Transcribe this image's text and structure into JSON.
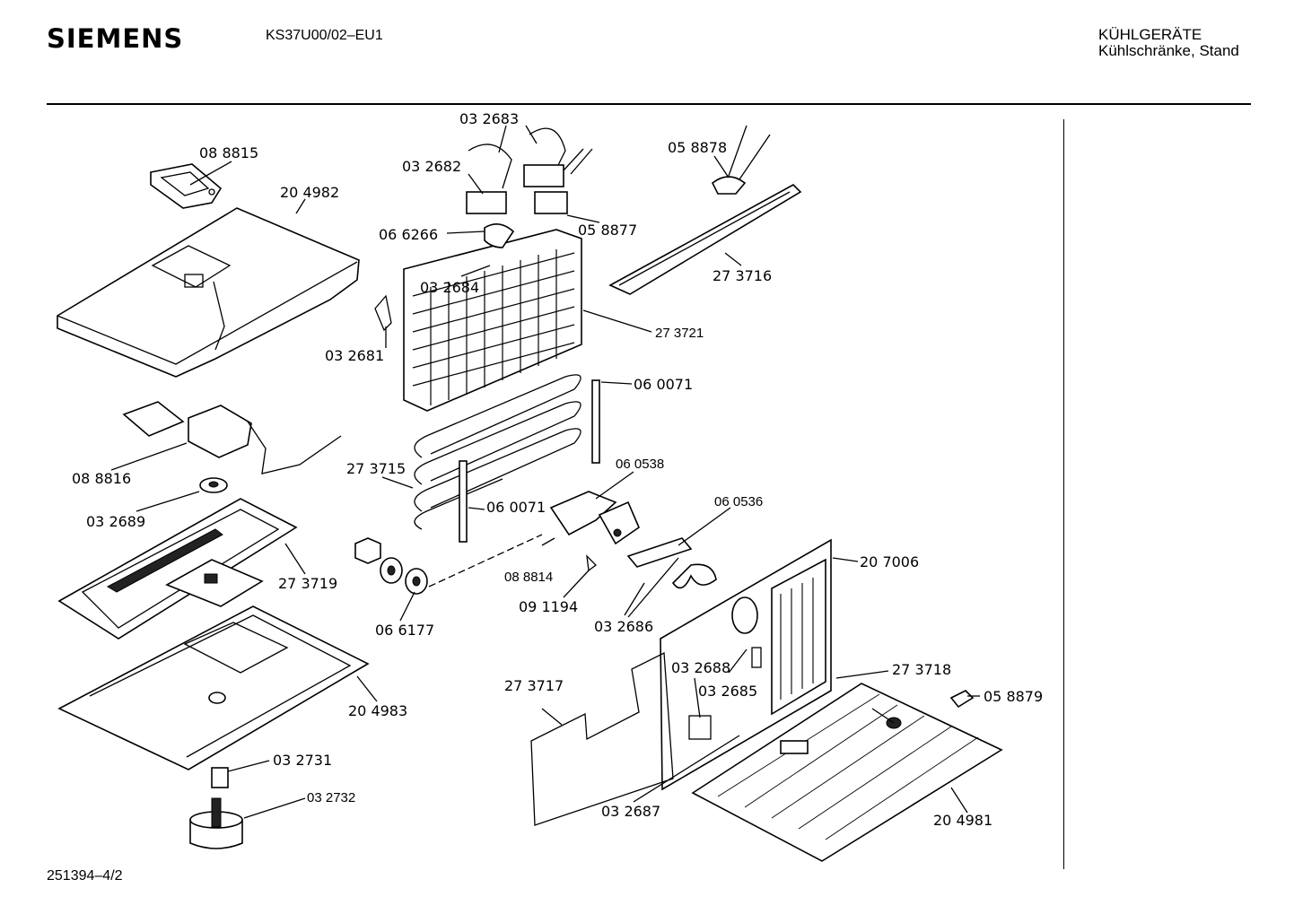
{
  "header": {
    "brand": "SIEMENS",
    "model": "KS37U00/02–EU1",
    "category": "KÜHLGERÄTE",
    "subcategory": "Kühlschränke, Stand"
  },
  "footer": {
    "doc_number": "251394–4/2"
  },
  "parts": [
    {
      "id": "p-088815",
      "label": "08 8815"
    },
    {
      "id": "p-204982",
      "label": "20 4982"
    },
    {
      "id": "p-032683",
      "label": "03 2683"
    },
    {
      "id": "p-032682",
      "label": "03 2682"
    },
    {
      "id": "p-058878",
      "label": "05 8878"
    },
    {
      "id": "p-066266",
      "label": "06 6266"
    },
    {
      "id": "p-058877",
      "label": "05 8877"
    },
    {
      "id": "p-032684",
      "label": "03 2684"
    },
    {
      "id": "p-273716",
      "label": "27 3716"
    },
    {
      "id": "p-032681",
      "label": "03 2681"
    },
    {
      "id": "p-273721",
      "label": "27 3721"
    },
    {
      "id": "p-060071a",
      "label": "06 0071"
    },
    {
      "id": "p-088816",
      "label": "08 8816"
    },
    {
      "id": "p-273715",
      "label": "27 3715"
    },
    {
      "id": "p-060538",
      "label": "06 0538"
    },
    {
      "id": "p-032689",
      "label": "03 2689"
    },
    {
      "id": "p-060071b",
      "label": "06 0071"
    },
    {
      "id": "p-060536",
      "label": "06 0536"
    },
    {
      "id": "p-273719",
      "label": "27 3719"
    },
    {
      "id": "p-088814",
      "label": "08 8814"
    },
    {
      "id": "p-207006",
      "label": "20 7006"
    },
    {
      "id": "p-091194",
      "label": "09 1194"
    },
    {
      "id": "p-032686",
      "label": "03 2686"
    },
    {
      "id": "p-066177",
      "label": "06 6177"
    },
    {
      "id": "p-032688",
      "label": "03 2688"
    },
    {
      "id": "p-273718",
      "label": "27 3718"
    },
    {
      "id": "p-273717",
      "label": "27 3717"
    },
    {
      "id": "p-032685",
      "label": "03 2685"
    },
    {
      "id": "p-058879",
      "label": "05 8879"
    },
    {
      "id": "p-204983",
      "label": "20 4983"
    },
    {
      "id": "p-032731",
      "label": "03 2731"
    },
    {
      "id": "p-032732",
      "label": "03 2732"
    },
    {
      "id": "p-032687",
      "label": "03 2687"
    },
    {
      "id": "p-204981",
      "label": "20 4981"
    }
  ]
}
